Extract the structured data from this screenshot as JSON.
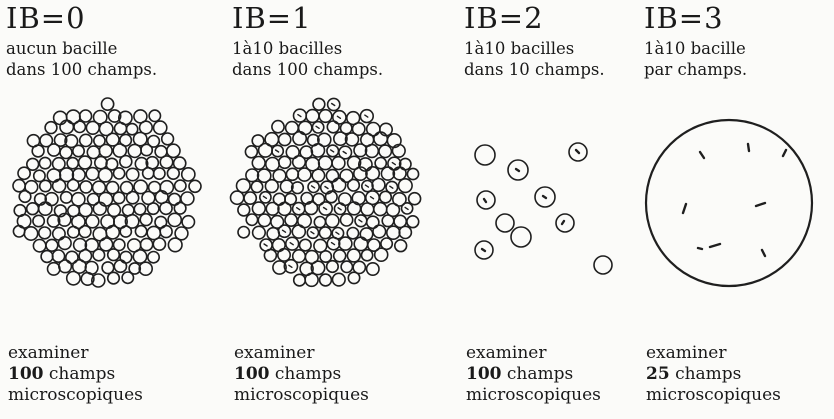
{
  "panels": [
    {
      "title": "IB=0",
      "desc": [
        "aucun bacille",
        "dans 100 champs."
      ],
      "foot": {
        "line1": "examiner",
        "count": "100",
        "unit": "champs",
        "line3": "microscopiques"
      }
    },
    {
      "title": "IB=1",
      "desc": [
        "1à10 bacilles",
        "dans 100 champs."
      ],
      "foot": {
        "line1": "examiner",
        "count": "100",
        "unit": "champs",
        "line3": "microscopiques"
      }
    },
    {
      "title": "IB=2",
      "desc": [
        "1à10 bacilles",
        "dans 10 champs."
      ],
      "foot": {
        "line1": "examiner",
        "count": "100",
        "unit": "champs",
        "line3": "microscopiques"
      }
    },
    {
      "title": "IB=3",
      "desc": [
        "1à10 bacille",
        "par champs."
      ],
      "foot": {
        "line1": "examiner",
        "count": "25",
        "unit": "champs",
        "line3": "microscopiques"
      }
    }
  ],
  "colors": {
    "ink": "#1f1f1f",
    "paper": "#fbfbf9"
  }
}
